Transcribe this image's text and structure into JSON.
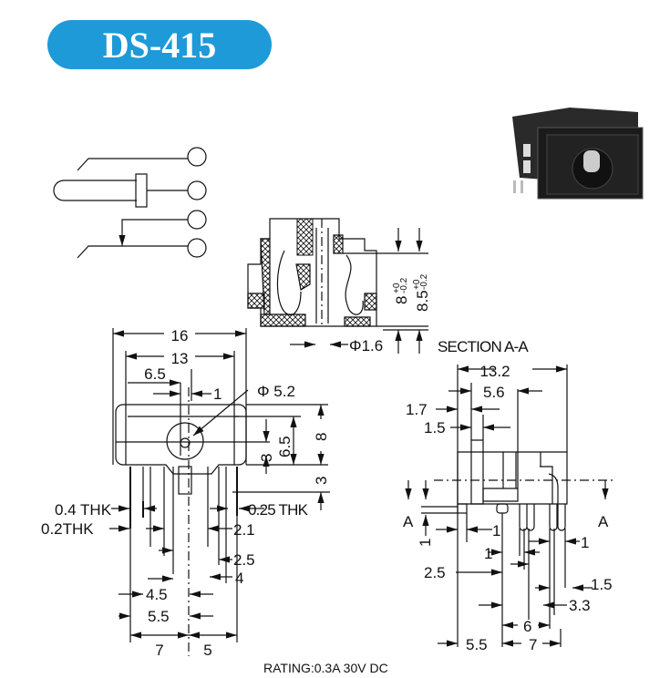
{
  "title": "DS-415",
  "colors": {
    "title_bg": "#1e9ad8",
    "ink": "#111111"
  },
  "rating": "RATING:0.3A 30V DC",
  "section_view": {
    "dim_8": "8",
    "dim_8_tol_plus": "+0",
    "dim_8_tol_minus": "-0.2",
    "dim_85": "8.5",
    "dim_85_tol_plus": "+0",
    "dim_85_tol_minus": "-0.2",
    "pin_dia": "Φ1.6"
  },
  "front_view": {
    "w16": "16",
    "w13": "13",
    "w65": "6.5",
    "d1": "1",
    "dia52": "Φ 5.2",
    "h65": "6.5",
    "h3a": "3",
    "h8": "8",
    "h3b": "3",
    "thk04": "0.4 THK",
    "thk02": "0.2THK",
    "thk025": "0.25 THK",
    "d21": "2.1",
    "d25": "2.5",
    "d4": "4",
    "d45": "4.5",
    "d55": "5.5",
    "d7": "7",
    "d5": "5"
  },
  "side_view": {
    "label": "SECTION A-A",
    "w132": "13.2",
    "d56": "5.6",
    "d17": "1.7",
    "d15": "1.5",
    "a_left": "A",
    "a_right": "A",
    "v1": "1",
    "d1a": "1",
    "d1b": "1",
    "d1c": "1",
    "d25": "2.5",
    "d15b": "1.5",
    "d33": "3.3",
    "d6": "6",
    "d55": "5.5",
    "d7": "7"
  }
}
